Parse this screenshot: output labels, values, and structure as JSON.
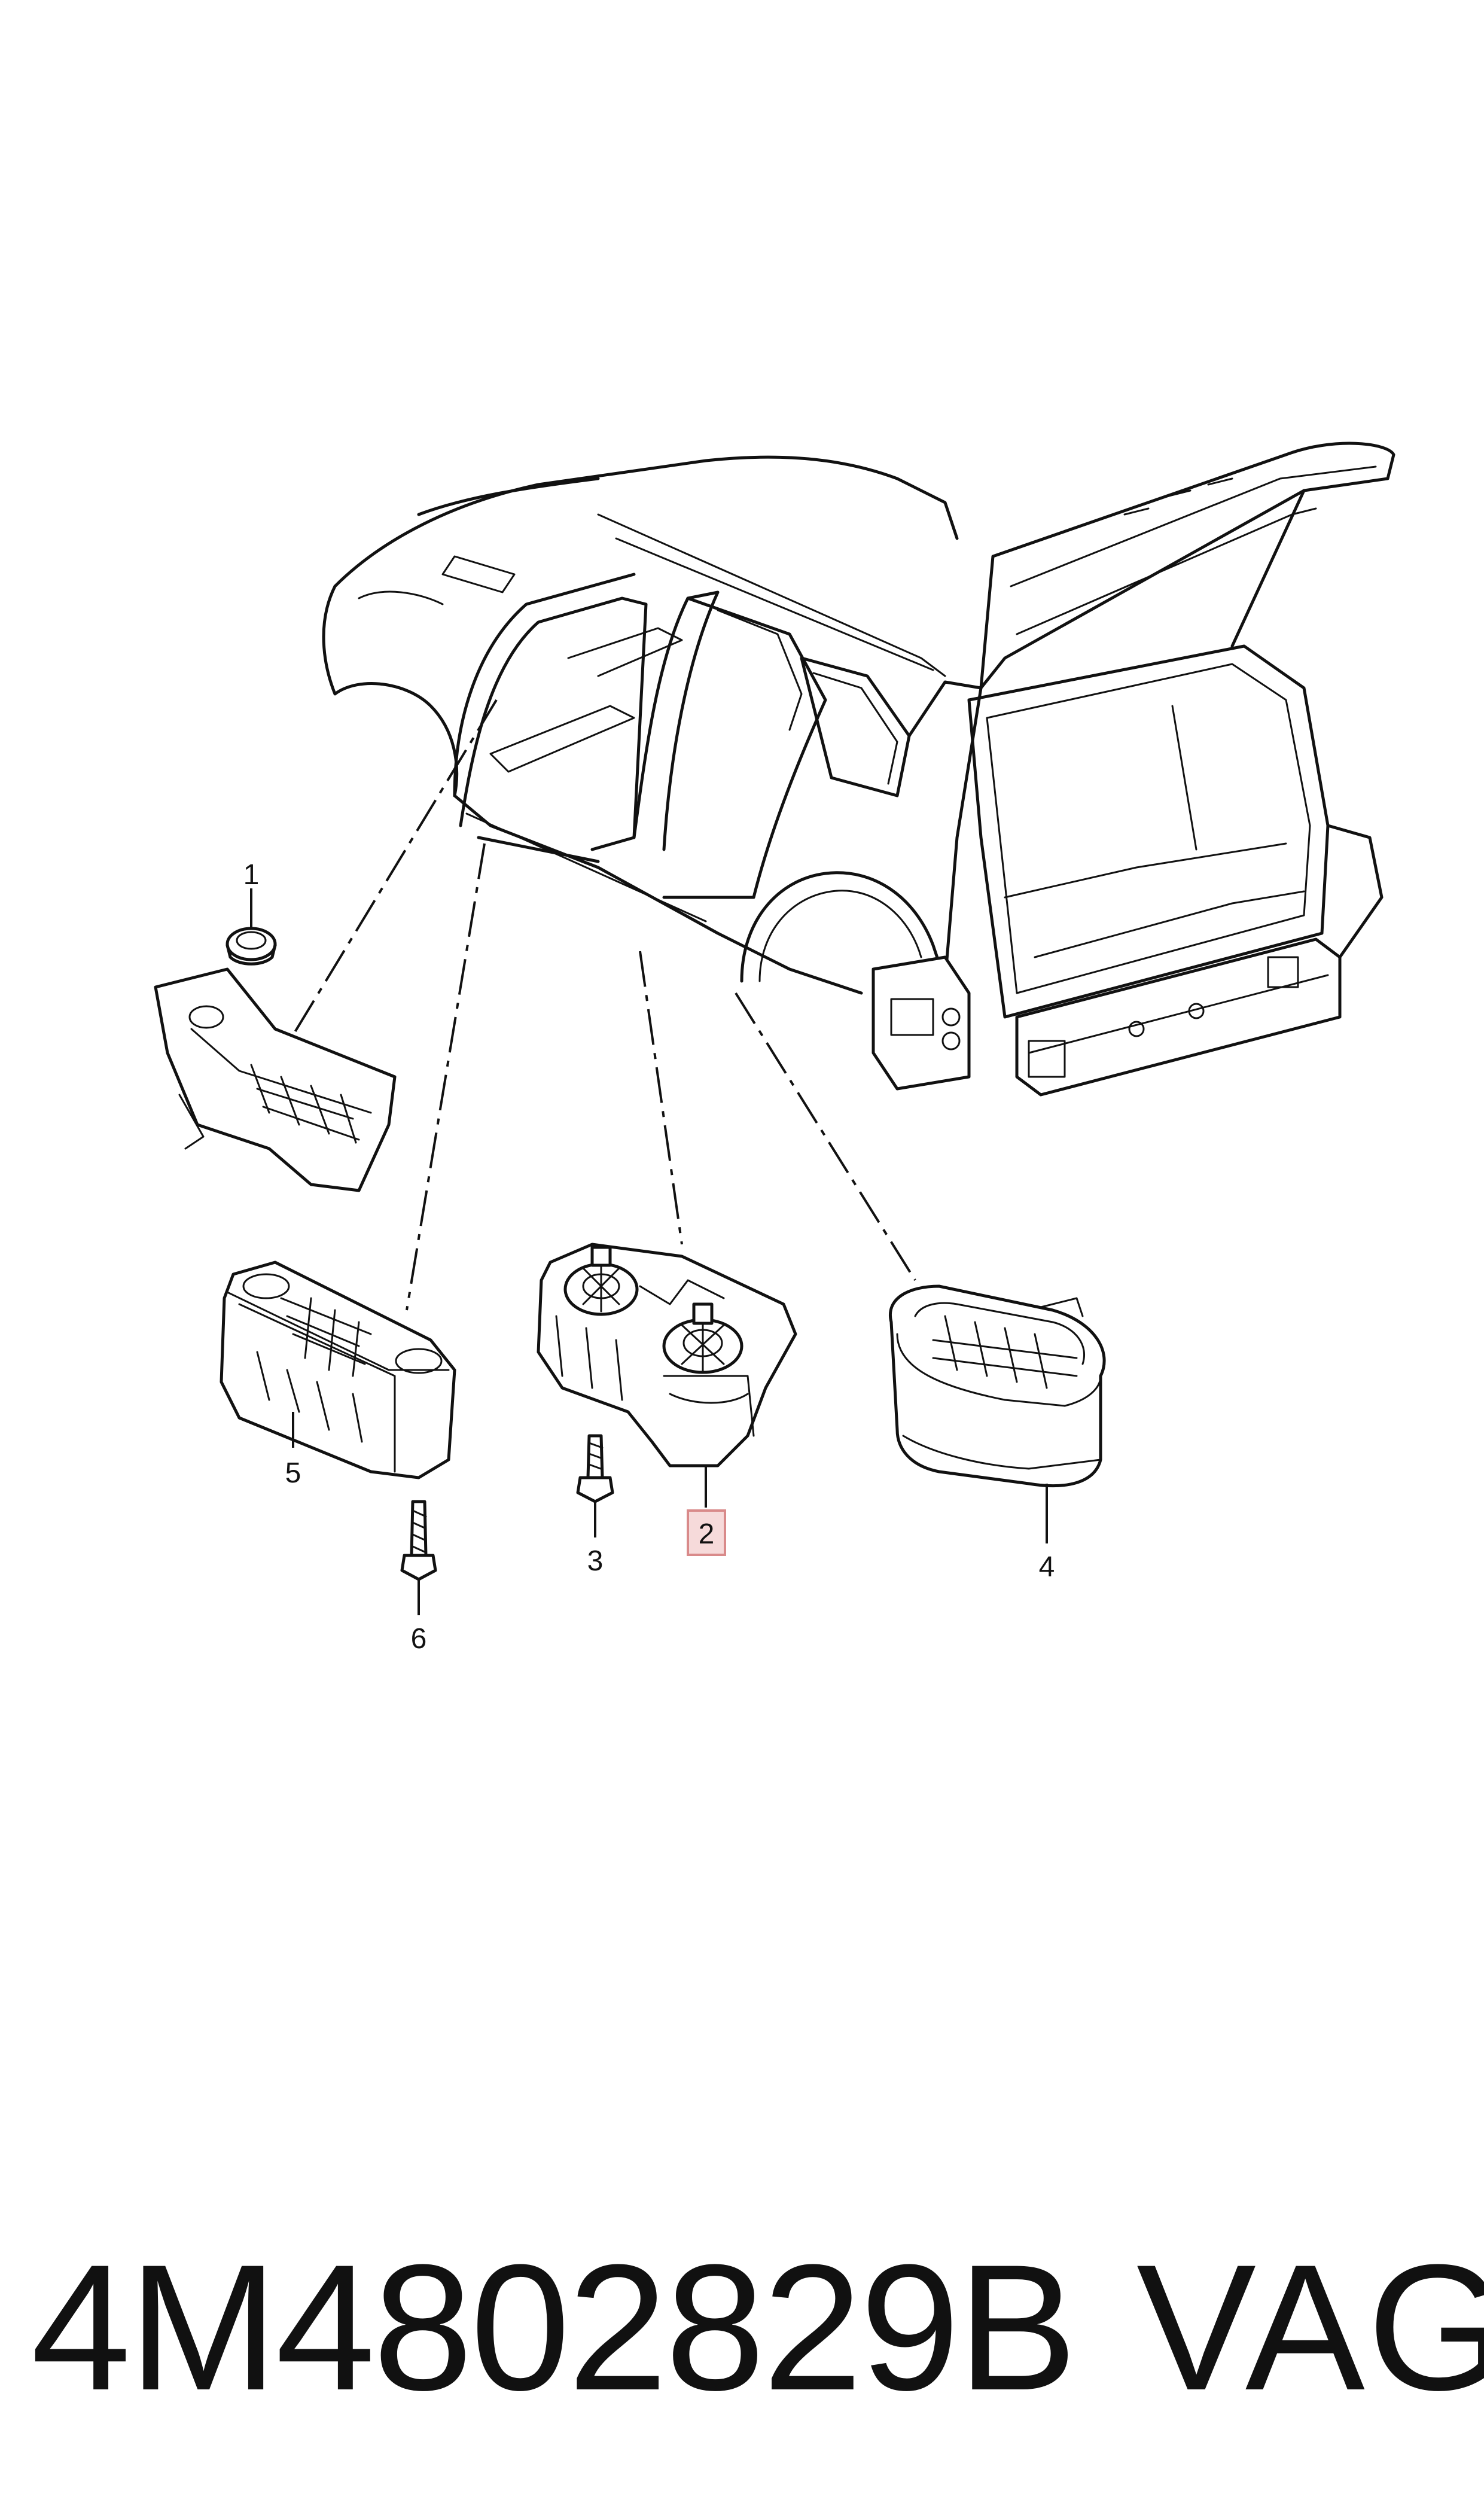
{
  "callouts": {
    "c1": "1",
    "c2": "2",
    "c3": "3",
    "c4": "4",
    "c5": "5",
    "c6": "6"
  },
  "highlight_color": "#f6dada",
  "highlight_border": "#d98a8a",
  "footer": {
    "part_number": "4M4802829B",
    "brand": "VAG"
  }
}
